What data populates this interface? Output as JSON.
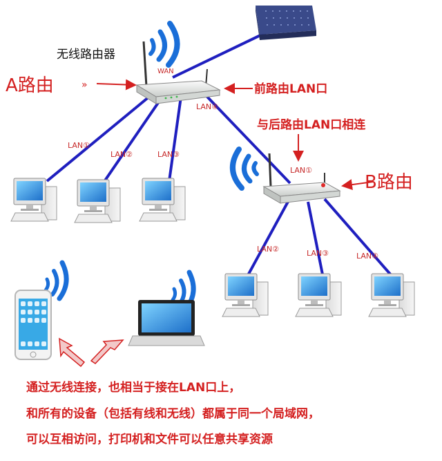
{
  "labels": {
    "wireless_router": "无线路由器",
    "router_a": "A路由",
    "router_b": "B路由",
    "front_router_lan": "前路由LAN口",
    "connect_rear_lan": "与后路由LAN口相连",
    "wan": "WAN",
    "a_lan1": "LAN①",
    "a_lan2": "LAN②",
    "a_lan3": "LAN③",
    "a_lan4": "LAN④",
    "b_lan1": "LAN①",
    "b_lan2": "LAN②",
    "b_lan3": "LAN③",
    "b_lan4": "LAN④"
  },
  "caption": {
    "line1": "通过无线连接，也相当于接在LAN口上，",
    "line2": "和所有的设备（包括有线和无线）都属于同一个局域网，",
    "line3": "可以互相访问，打印机和文件可以任意共享资源"
  },
  "colors": {
    "cable": "#1f1fbf",
    "annotation": "#d42020",
    "wifi": "#1a6ed8",
    "router_body": "#e9ece9",
    "modem": "#3a4a8a"
  },
  "icons": {
    "modem": "modem-icon",
    "router": "router-icon",
    "computer": "desktop-computer-icon",
    "phone": "smartphone-icon",
    "laptop": "laptop-icon",
    "wifi": "wifi-signal-icon",
    "arrow": "arrow-icon"
  }
}
